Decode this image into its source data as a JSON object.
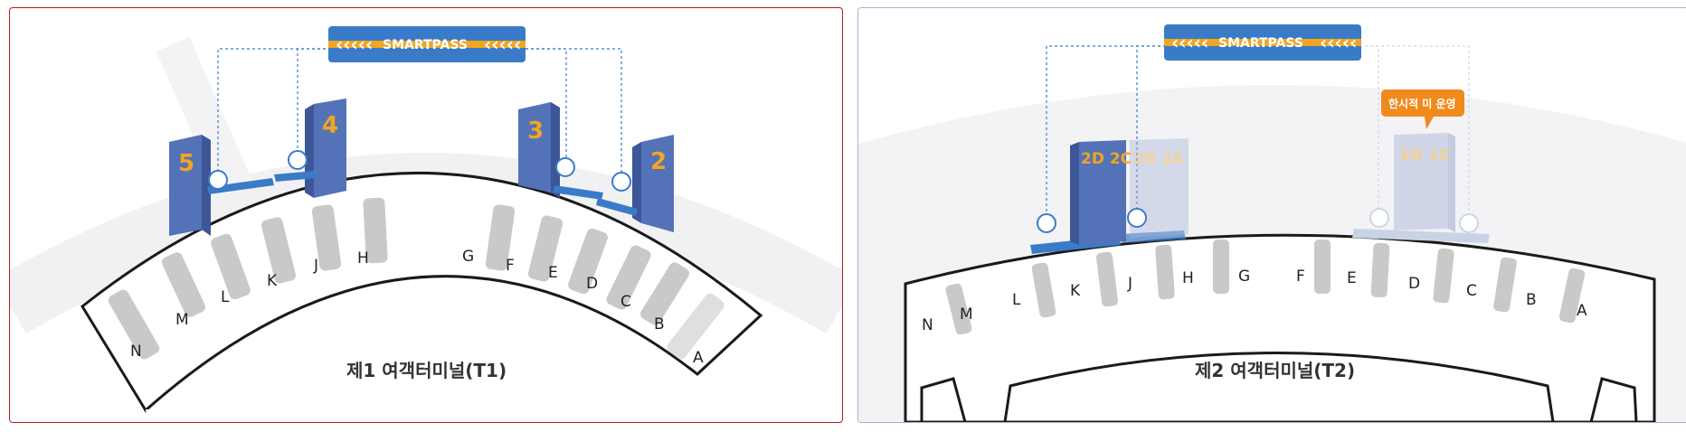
{
  "brand": {
    "logo_text": "SMARTPASS",
    "primary_color": "#3a7bc8",
    "accent_color": "#f2a51f",
    "pillar_color": "#5472b8"
  },
  "t1": {
    "title": "제1 여객터미널(T1)",
    "gates": [
      "A",
      "B",
      "C",
      "D",
      "E",
      "F",
      "G",
      "H",
      "J",
      "K",
      "L",
      "M",
      "N"
    ],
    "pillars": [
      "5",
      "4",
      "3",
      "2"
    ]
  },
  "t2": {
    "title": "제2 여객터미널(T2)",
    "gates": [
      "A",
      "B",
      "C",
      "D",
      "E",
      "F",
      "G",
      "H",
      "J",
      "K",
      "L",
      "M",
      "N"
    ],
    "pillars": [
      "2D 2C",
      "2B 2A",
      "1D 1C"
    ],
    "notice": "한시적 미 운영"
  }
}
